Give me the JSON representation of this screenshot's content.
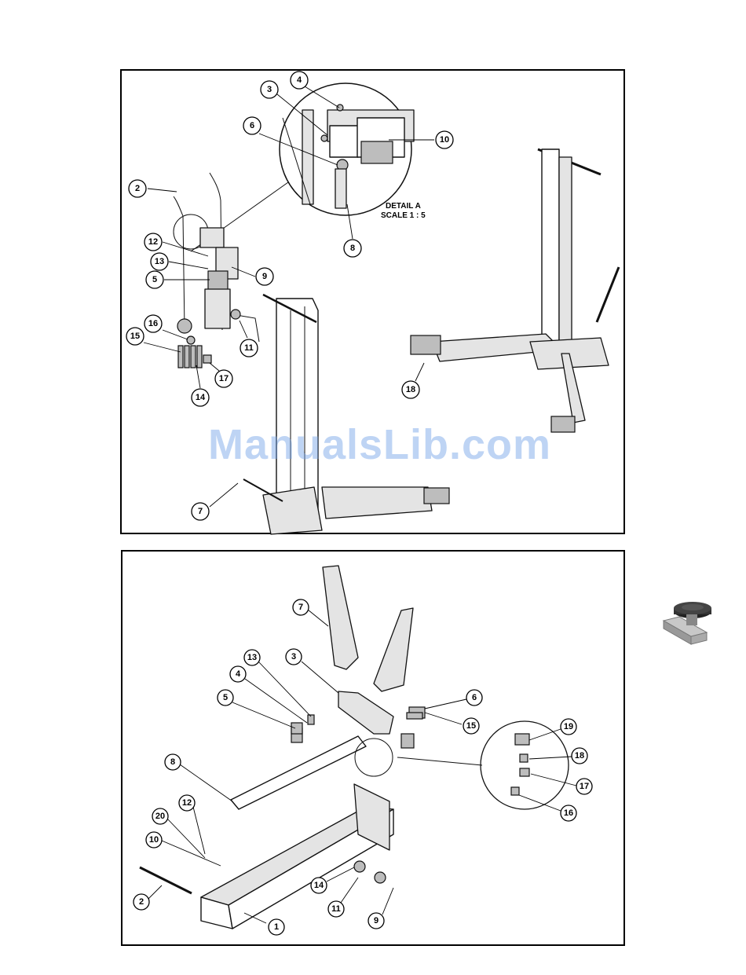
{
  "top_diagram": {
    "detail_label_line1": "DETAIL A",
    "detail_label_line2": "SCALE 1 : 5",
    "callouts": [
      "2",
      "3",
      "4",
      "5",
      "6",
      "7",
      "8",
      "9",
      "10",
      "11",
      "12",
      "13",
      "14",
      "15",
      "16",
      "17",
      "18"
    ]
  },
  "bottom_diagram": {
    "callouts": [
      "1",
      "2",
      "3",
      "4",
      "5",
      "6",
      "7",
      "8",
      "9",
      "10",
      "11",
      "12",
      "13",
      "14",
      "15",
      "16",
      "17",
      "18",
      "19",
      "20"
    ]
  },
  "watermark": "ManualsLib.com",
  "colors": {
    "watermark": "#6ea0e6",
    "line": "#111111"
  }
}
